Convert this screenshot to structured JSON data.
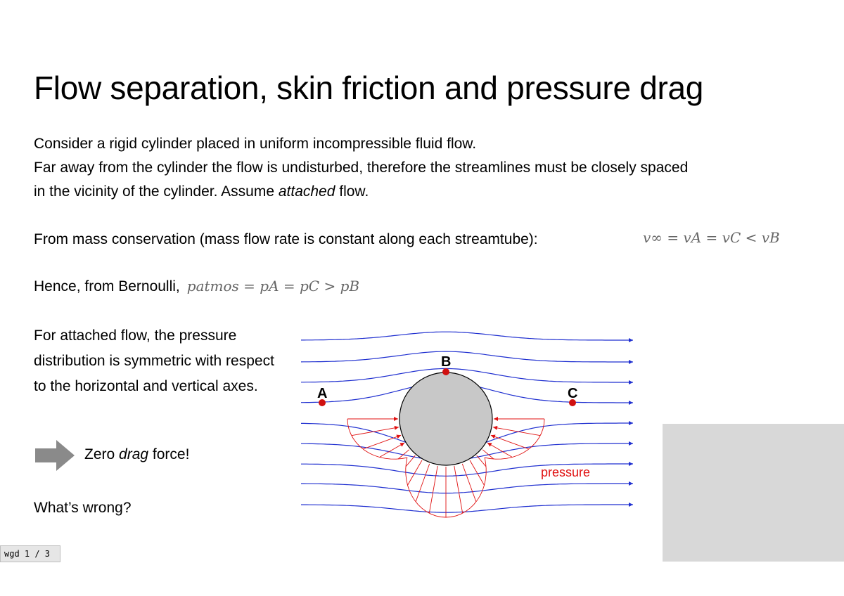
{
  "slide": {
    "title": "Flow separation, skin friction and pressure drag",
    "intro": {
      "line1": "Consider a rigid cylinder placed in uniform incompressible fluid flow.",
      "line2": "Far away from the cylinder the flow is undisturbed, therefore the streamlines must be closely spaced",
      "line3_pre": "in the vicinity of the cylinder. Assume ",
      "line3_em": "attached",
      "line3_post": " flow."
    },
    "mass_conservation": {
      "text": "From mass conservation (mass flow rate is constant along each streamtube):",
      "equation": "v∞ = vA = vC < vB"
    },
    "bernoulli": {
      "text": "Hence, from Bernoulli,",
      "equation": "patmos = pA = pC > pB"
    },
    "attached_text": "For attached flow, the pressure distribution is symmetric with respect to the horizontal and vertical axes.",
    "conclusion": {
      "pre": "Zero ",
      "em": "drag",
      "post": " force!"
    },
    "question": "What’s wrong?"
  },
  "figure": {
    "labels": {
      "a": "A",
      "b": "B",
      "c": "C",
      "pressure": "pressure"
    },
    "colors": {
      "streamline": "#1f2fd0",
      "pressure": "#e01010",
      "cylinder_fill": "#c8c8c8",
      "point": "#d01010"
    }
  },
  "footer": {
    "text": "wgd  1 / 3"
  },
  "colors": {
    "grey_box": "#d8d8d8",
    "arrow": "#8a8a8a",
    "equation": "#666666"
  }
}
